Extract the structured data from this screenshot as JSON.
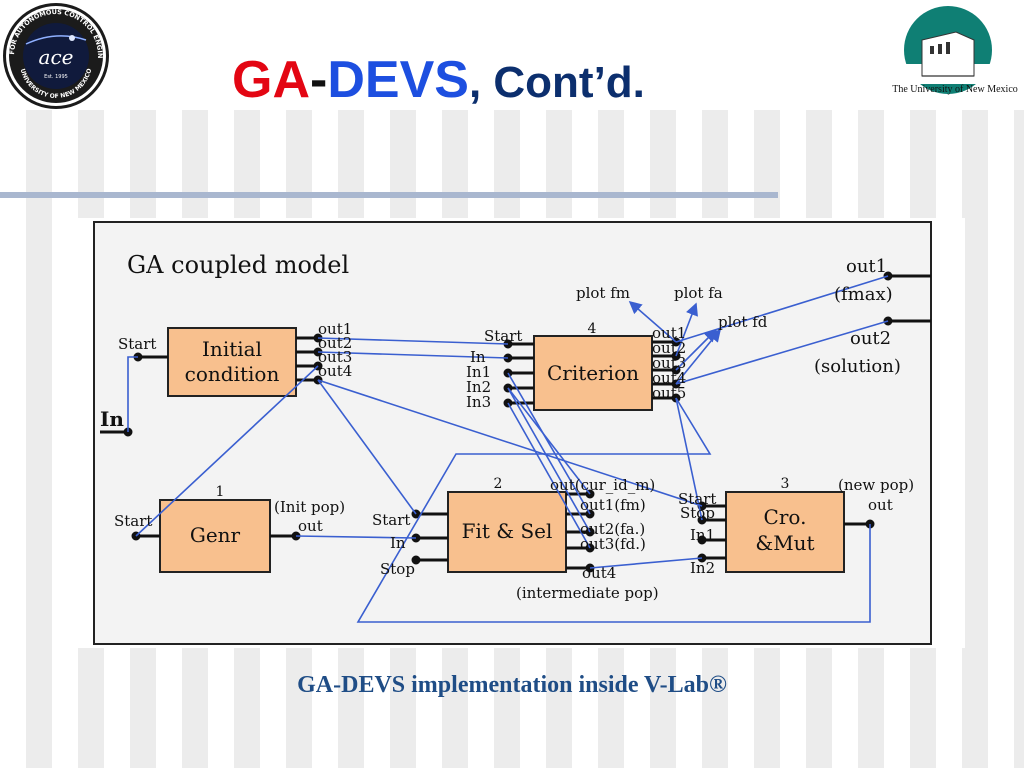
{
  "slide": {
    "title": {
      "ga": "GA",
      "dash": "-",
      "devs": "DEVS",
      "rest": ", Cont’d."
    },
    "caption": "GA-DEVS implementation inside V-Lab®"
  },
  "logos": {
    "left": {
      "ring_text": "CENTER FOR AUTONOMOUS CONTROL ENGINEERING",
      "center_text": "ace",
      "est": "Est. 1995",
      "bottom_text": "UNIVERSITY OF NEW MEXICO"
    },
    "right": {
      "text": "The University of New Mexico"
    }
  },
  "diagram": {
    "title": "GA coupled model",
    "blocks": {
      "initial": {
        "line1": "Initial",
        "line2": "condition",
        "in_start": "Start",
        "outs": [
          "out1",
          "out2",
          "out3",
          "out4"
        ]
      },
      "genr": {
        "num": "1",
        "label": "Genr",
        "in_start": "Start",
        "out_note": "(Init pop)",
        "out": "out"
      },
      "fitsel": {
        "num": "2",
        "label": "Fit & Sel",
        "ins": [
          "Start",
          "In",
          "Stop"
        ],
        "outs": [
          "out(cur_id_m)",
          "out1(fm)",
          "out2(fa.)",
          "out3(fd.)",
          "out4"
        ],
        "bottom_note": "(intermediate pop)"
      },
      "cromut": {
        "num": "3",
        "line1": "Cro.",
        "line2": "&Mut",
        "ins": [
          "Start",
          "Stop",
          "In1",
          "In2"
        ],
        "out_note": "(new pop)",
        "out": "out"
      },
      "criterion": {
        "num": "4",
        "label": "Criterion",
        "ins": [
          "Start",
          "In",
          "In1",
          "In2",
          "In3"
        ],
        "outs": [
          "out1",
          "out2",
          "out3",
          "out4",
          "out5"
        ]
      }
    },
    "model_in": "In",
    "plots": [
      "plot fm",
      "plot fa",
      "plot fd"
    ],
    "model_outs": {
      "out1": "out1",
      "out1_note": "(fmax)",
      "out2": "out2",
      "out2_note": "(solution)"
    }
  }
}
